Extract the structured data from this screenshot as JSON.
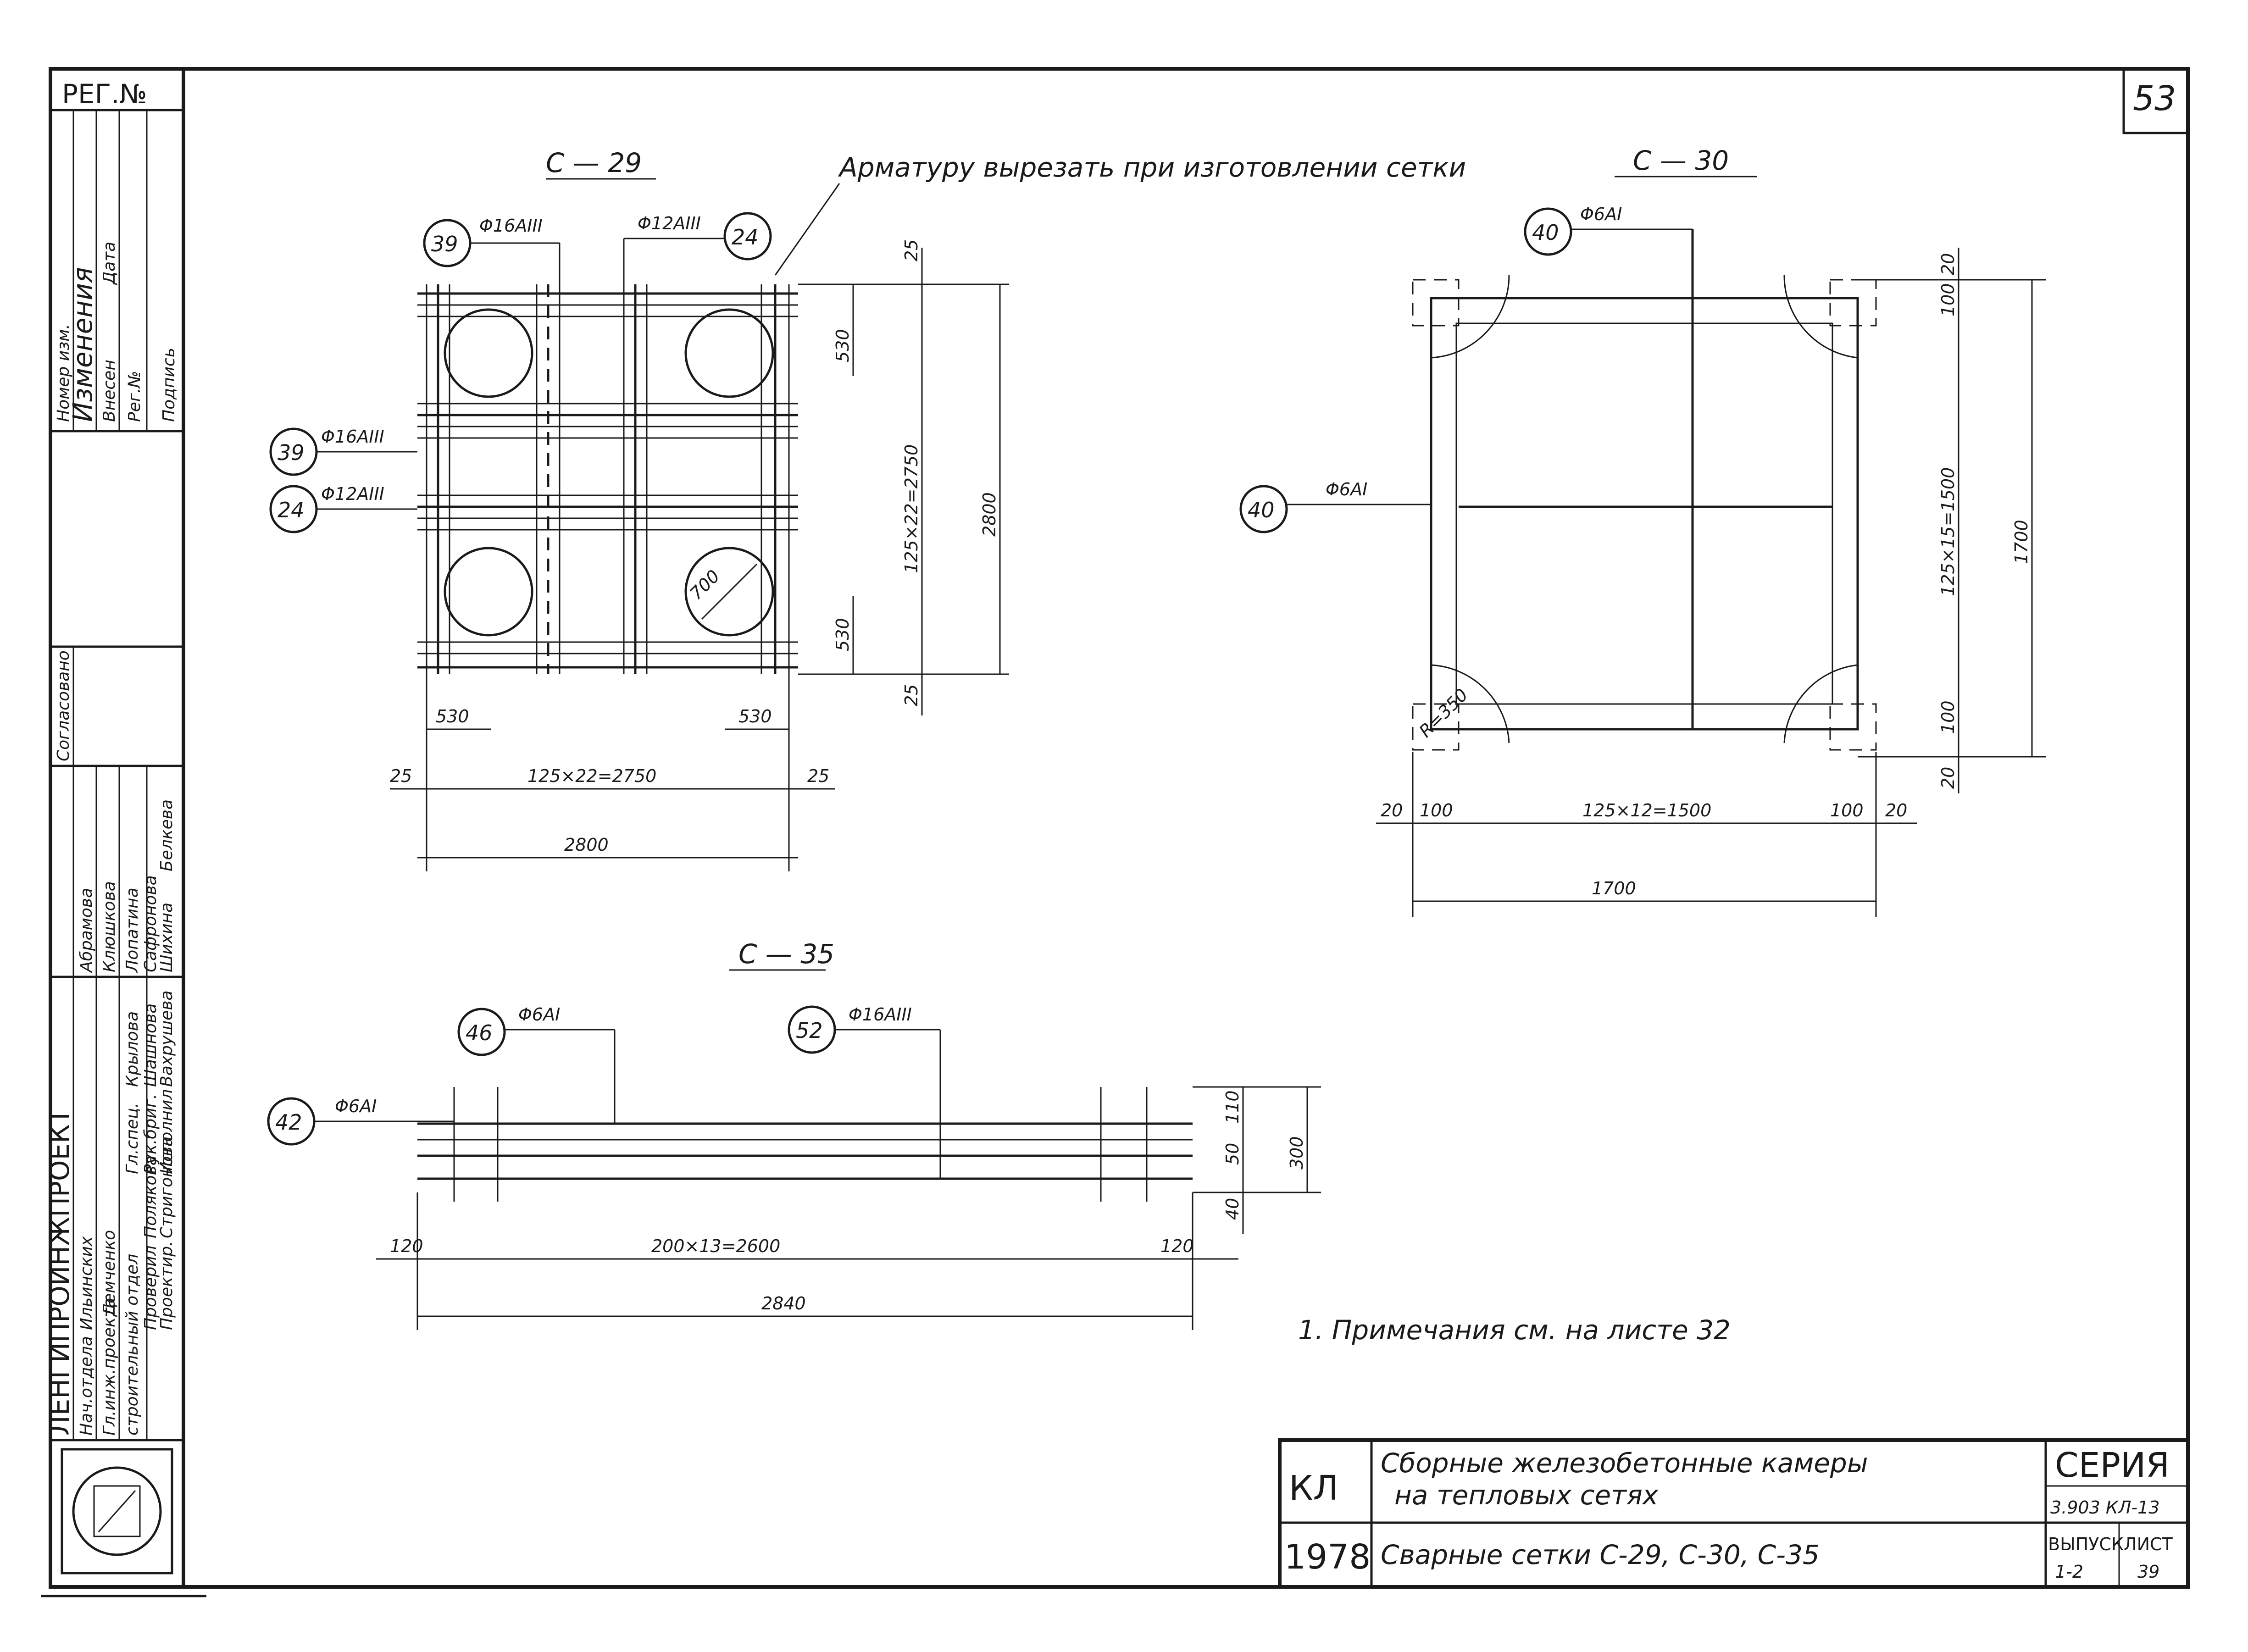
{
  "sheet_number": "53",
  "reg_label": "РЕГ.№",
  "left_strip": {
    "changes_heading": "Изменения",
    "changes_cols": [
      "Номер изм.",
      "Внесен",
      "Дата",
      "Рег.№",
      "Подпись"
    ],
    "agreed": "Согласовано",
    "agreement_names": [
      "Абрамова",
      "Клюшкова",
      "Лопатина",
      "Сафронова",
      "Шихина",
      "Белкева"
    ],
    "org_name": "ЛЕНГИПРОИНЖПРОЕКТ",
    "org_roles": [
      {
        "role": "Нач.отдела",
        "name": "Ильинских"
      },
      {
        "role": "Гл.инж.проекта",
        "name": "Демченко"
      },
      {
        "role": "Гл.спец.",
        "name": "Крылова"
      },
      {
        "role": "Рук.бриг.",
        "name": "Шашнова"
      },
      {
        "role": "Проектир.",
        "name": "Стригонова"
      },
      {
        "role": "Исполнил",
        "name": "Вахрушева"
      },
      {
        "role": "Проверил",
        "name": "Полякова"
      }
    ],
    "dept": "строительный отдел"
  },
  "c29": {
    "title": "С — 29",
    "note": "Арматуру вырезать при изготовлении сетки",
    "callouts": [
      {
        "num": "39",
        "bar": "Φ16АIII"
      },
      {
        "num": "24",
        "bar": "Φ12АIII"
      },
      {
        "num": "39",
        "bar": "Φ16АIII"
      },
      {
        "num": "24",
        "bar": "Φ12АIII"
      }
    ],
    "hole_dia": "700",
    "dims": {
      "top_offset": "25",
      "side_530_top": "530",
      "inner_v": "125×22=2750",
      "overall_v": "2800",
      "side_530_bot": "530",
      "bottom_offset": "25",
      "left_530": "530",
      "right_530": "530",
      "left_25": "25",
      "inner_h": "125×22=2750",
      "right_25": "25",
      "overall_h": "2800"
    }
  },
  "c30": {
    "title": "С — 30",
    "callouts": [
      {
        "num": "40",
        "bar": "Φ6АI"
      },
      {
        "num": "40",
        "bar": "Φ6АI"
      }
    ],
    "radius": "R=350",
    "dims": {
      "top_20": "20",
      "top_100": "100",
      "inner_v": "125×15=1500",
      "overall_v": "1700",
      "bot_100": "100",
      "bot_20": "20",
      "left_20": "20",
      "left_100": "100",
      "inner_h": "125×12=1500",
      "right_100": "100",
      "right_20": "20",
      "overall_h": "1700"
    }
  },
  "c35": {
    "title": "С — 35",
    "callouts": [
      {
        "num": "46",
        "bar": "Φ6АI"
      },
      {
        "num": "52",
        "bar": "Φ16АIII"
      },
      {
        "num": "42",
        "bar": "Φ6АI"
      }
    ],
    "dims": {
      "v110": "110",
      "v50": "50",
      "v40": "40",
      "overall_v": "300",
      "left_120": "120",
      "inner_h": "200×13=2600",
      "right_120": "120",
      "overall_h": "2840"
    }
  },
  "note": "1. Примечания см. на листе 32",
  "title_block": {
    "code": "КЛ",
    "year": "1978",
    "line1": "Сборные железобетонные камеры",
    "line2": "на тепловых сетях",
    "line3": "Сварные сетки С-29, С-30, С-35",
    "series_label": "СЕРИЯ",
    "series_value": "3.903 КЛ-13",
    "issue_label": "ВЫПУСК",
    "issue_value": "1-2",
    "sheet_label": "ЛИСТ",
    "sheet_value": "39"
  }
}
